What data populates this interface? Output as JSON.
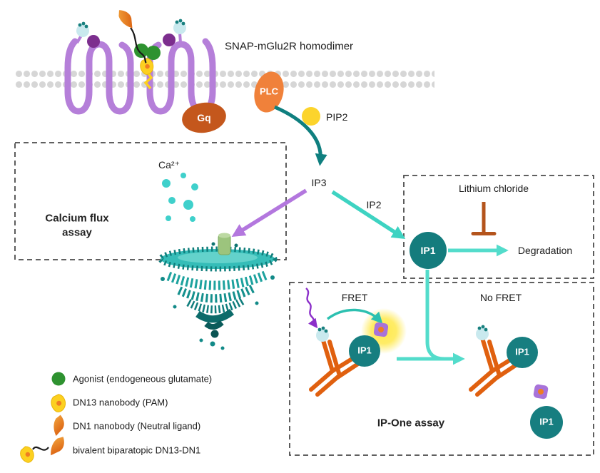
{
  "diagram": {
    "receptor_label": "SNAP-mGlu2R homodimer",
    "plc": "PLC",
    "gq": "Gq",
    "pip2": "PIP2",
    "ip3": "IP3",
    "ip2": "IP2",
    "ip1": "IP1",
    "calcium_ion": "Ca²⁺",
    "calcium_assay_title": "Calcium flux\nassay",
    "lithium_chloride": "Lithium chloride",
    "degradation": "Degradation",
    "fret": "FRET",
    "no_fret": "No FRET",
    "ip_one_assay_title": "IP-One assay"
  },
  "legend": {
    "items": [
      {
        "icon": "agonist-icon",
        "label": "Agonist (endogeneous glutamate)"
      },
      {
        "icon": "dn13-nanobody-icon",
        "label": "DN13 nanobody (PAM)"
      },
      {
        "icon": "dn1-nanobody-icon",
        "label": "DN1 nanobody (Neutral ligand)"
      },
      {
        "icon": "bivalent-dn13-dn1-icon",
        "label": "bivalent biparatopic DN13-DN1"
      }
    ]
  },
  "colors": {
    "receptor_purple": "#b57fd9",
    "dark_purple": "#7c2e8e",
    "agonist_green": "#2e9230",
    "plc_orange": "#f0813a",
    "gq_orange": "#c4571c",
    "pip2_yellow": "#fcd42c",
    "teal_dark": "#0f7f7f",
    "ip1_teal": "#147c7d",
    "turquoise": "#3ed3c2",
    "light_turquoise": "#53dccb",
    "purple_arrow": "#b377de",
    "inhibitor_brown": "#b4541c",
    "antibody_orange": "#e0600f",
    "dn13_yellow": "#fcd020",
    "fret_glow_yellow": "#ffe94d",
    "acceptor_purple": "#a873d9",
    "membrane_gray": "#d6d6d6"
  }
}
